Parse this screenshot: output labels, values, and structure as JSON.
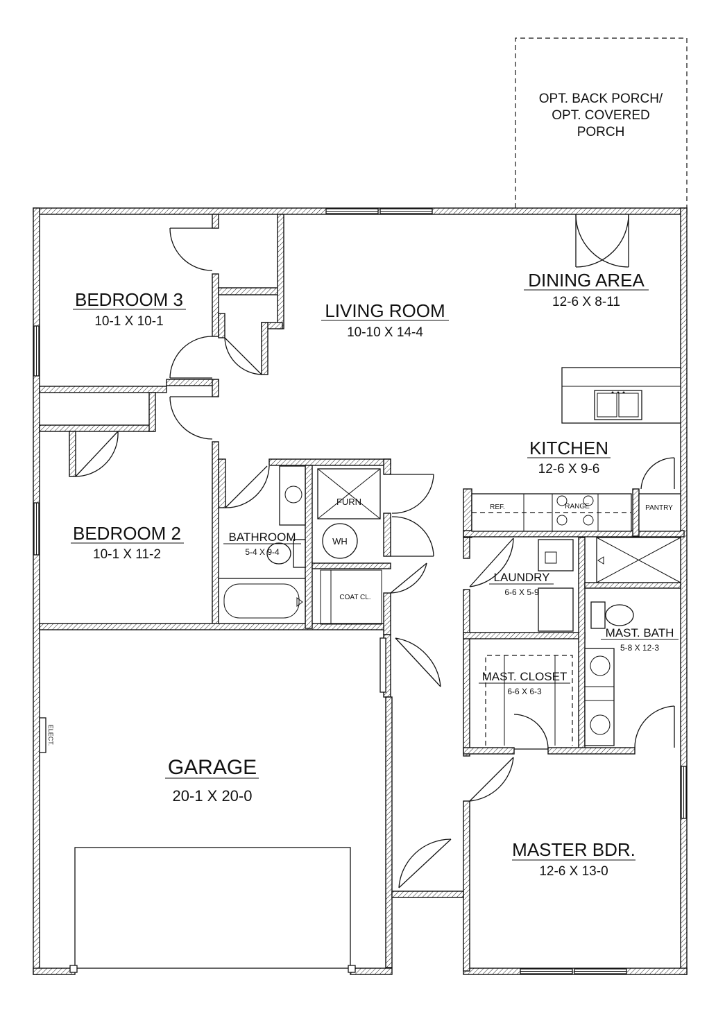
{
  "plan": {
    "porch": {
      "line1": "OPT. BACK PORCH/",
      "line2": "OPT. COVERED",
      "line3": "PORCH"
    },
    "rooms": [
      {
        "id": "dining",
        "name": "DINING AREA",
        "dims": "12-6 X 8-11"
      },
      {
        "id": "living",
        "name": "LIVING ROOM",
        "dims": "10-10 X 14-4"
      },
      {
        "id": "bed3",
        "name": "BEDROOM 3",
        "dims": "10-1 X 10-1"
      },
      {
        "id": "bed2",
        "name": "BEDROOM 2",
        "dims": "10-1 X 11-2"
      },
      {
        "id": "kitchen",
        "name": "KITCHEN",
        "dims": "12-6 X 9-6"
      },
      {
        "id": "bath",
        "name": "BATHROOM",
        "dims": "5-4 X 9-4"
      },
      {
        "id": "laundry",
        "name": "LAUNDRY",
        "dims": "6-6 X 5-9"
      },
      {
        "id": "mbath",
        "name": "MAST. BATH",
        "dims": "5-8 X 12-3"
      },
      {
        "id": "mcloset",
        "name": "MAST. CLOSET",
        "dims": "6-6 X 6-3"
      },
      {
        "id": "garage",
        "name": "GARAGE",
        "dims": "20-1 X 20-0"
      },
      {
        "id": "master",
        "name": "MASTER BDR.",
        "dims": "12-6 X 13-0"
      }
    ],
    "fixtures": {
      "furnace": "FURN",
      "water_heater": "WH",
      "coat_closet": "COAT CL.",
      "refrigerator": "REF.",
      "range": "RANGE",
      "pantry": "PANTRY",
      "electrical": "ELECT."
    }
  }
}
